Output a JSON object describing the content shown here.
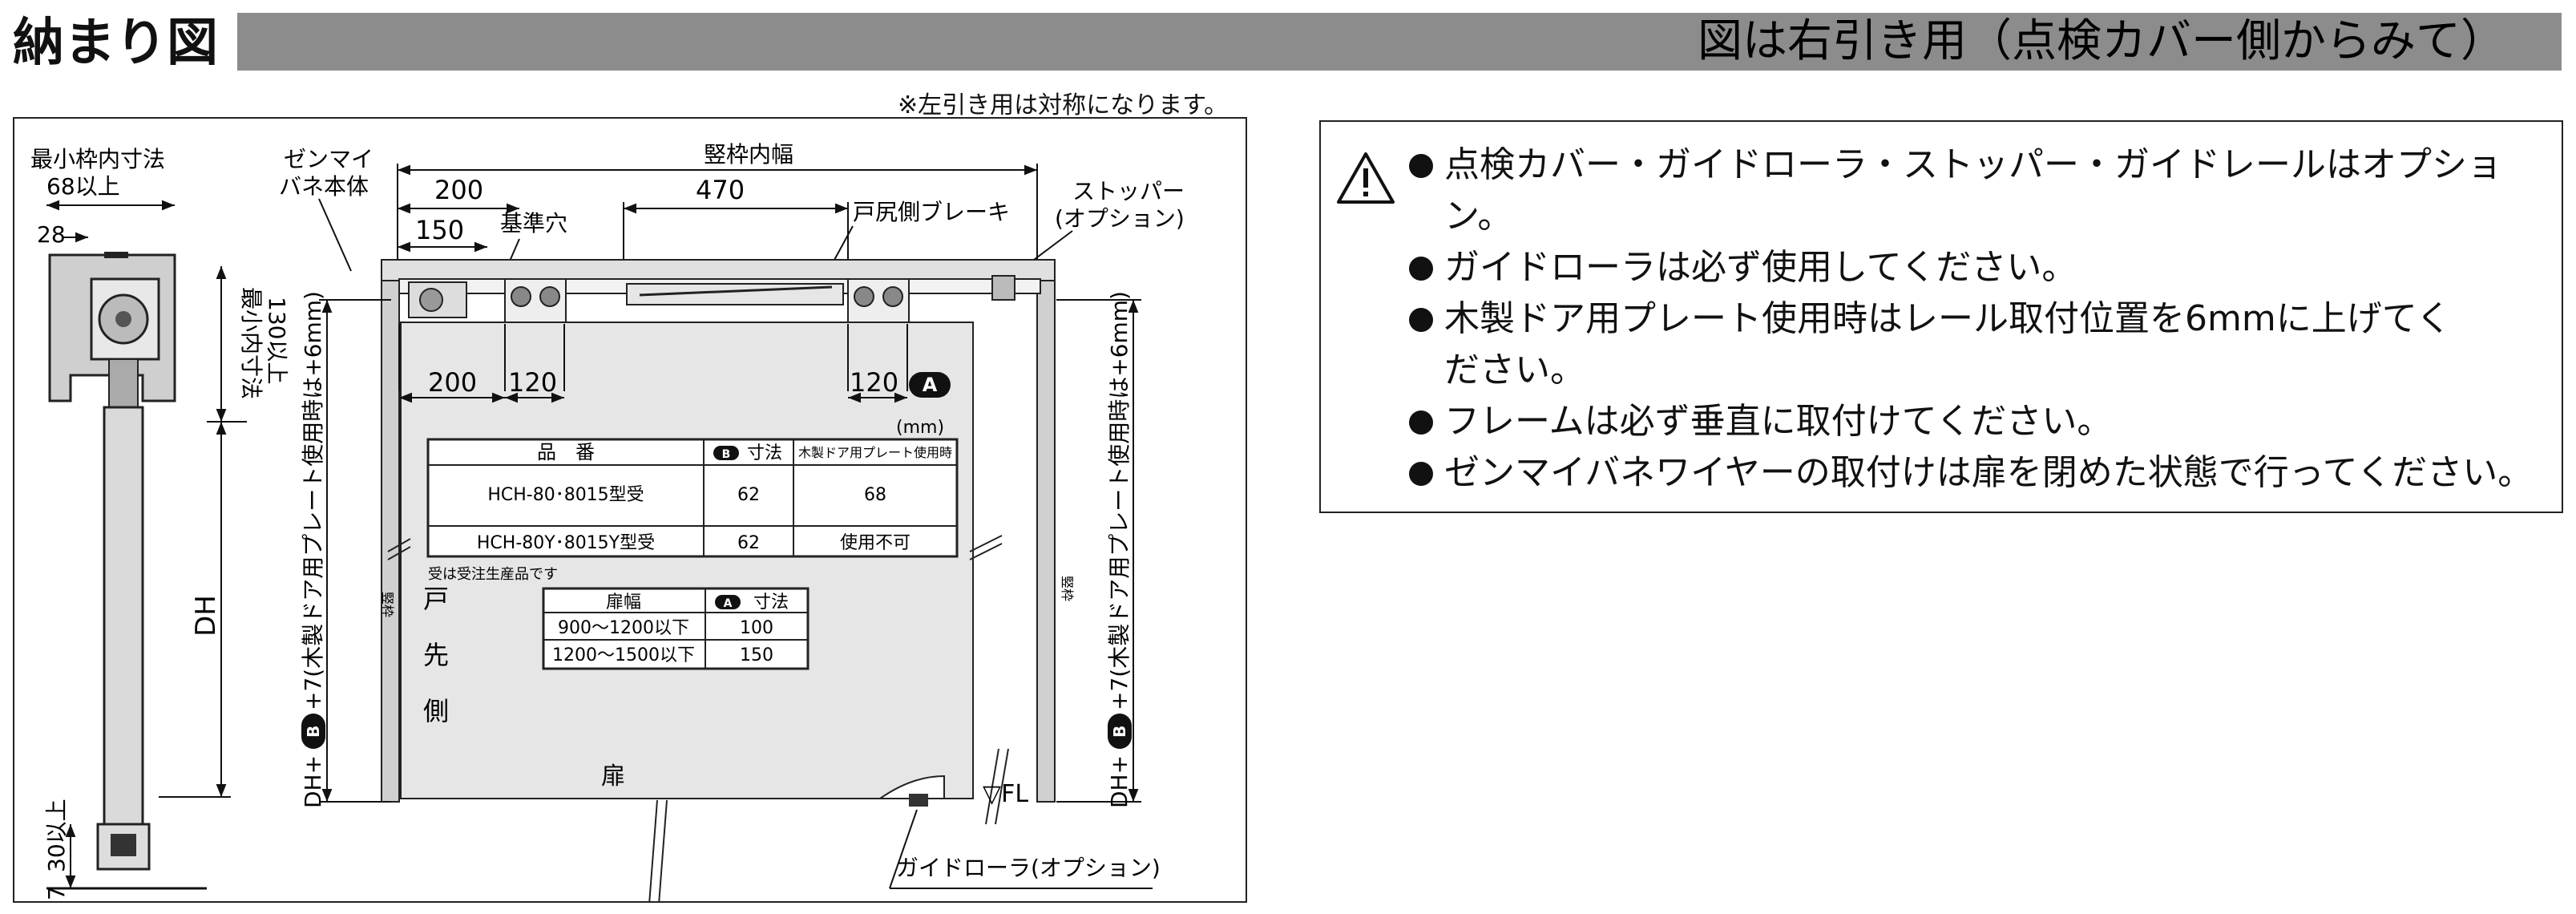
{
  "header": {
    "title": "納まり図",
    "caption": "図は右引き用（点検カバー側からみて）"
  },
  "note_top": "※左引き用は対称になります。",
  "side_view": {
    "label_min_frame": "最小枠内寸法",
    "label_min_frame_value": "68以上",
    "dim_28": "28",
    "label_min_inner_h": "最小内寸法",
    "label_min_inner_h_value": "130以上",
    "dim_dh": "DH",
    "dim_30": "30以上",
    "dim_7": "7"
  },
  "front_view": {
    "label_spring": "ゼンマイ",
    "label_spring2": "バネ本体",
    "label_inner_width": "竪枠内幅",
    "dim_200_top": "200",
    "dim_150": "150",
    "label_ref_hole": "基準穴",
    "dim_470": "470",
    "label_brake": "戸尻側ブレーキ",
    "label_stopper": "ストッパー",
    "label_stopper_opt": "(オプション)",
    "dim_200_bottom": "200",
    "dim_120_left": "120",
    "dim_120_right": "120",
    "badge_a": "A",
    "badge_b": "B",
    "unit_mm": "(mm)",
    "left_vertical_label": "DH+",
    "left_vertical_label2": "+7(木製ドア用プレート使用時は+6mm)",
    "label_frame_left": "竪枠",
    "label_frame_right": "竪枠",
    "label_door_edge": [
      "戸",
      "先",
      "側"
    ],
    "label_door": "扉",
    "label_fl": "▽FL",
    "label_guide_roller": "ガイドローラ(オプション)"
  },
  "table_products": {
    "headers": [
      "品　番",
      "寸法",
      "木製ドア用プレート使用時"
    ],
    "rows": [
      [
        "HCH-80･8015型受",
        "62",
        "68"
      ],
      [
        "HCH-80Y･8015Y型受",
        "62",
        "使用不可"
      ]
    ],
    "footnote": "受は受注生産品です"
  },
  "table_width": {
    "headers": [
      "扉幅",
      "寸法"
    ],
    "rows": [
      [
        "900～1200以下",
        "100"
      ],
      [
        "1200～1500以下",
        "150"
      ]
    ]
  },
  "notes": [
    "点検カバー・ガイドローラ・ストッパー・ガイドレールはオプション。",
    "ガイドローラは必ず使用してください。",
    "木製ドア用プレート使用時はレール取付位置を6mmに上げてく",
    "ださい。",
    "フレームは必ず垂直に取付けてください。",
    "ゼンマイバネワイヤーの取付けは扉を閉めた状態で行ってください。"
  ],
  "colors": {
    "header_bar": "#8c8c8c",
    "door_fill": "#e6e6e6",
    "frame_fill": "#d0d0d0"
  }
}
